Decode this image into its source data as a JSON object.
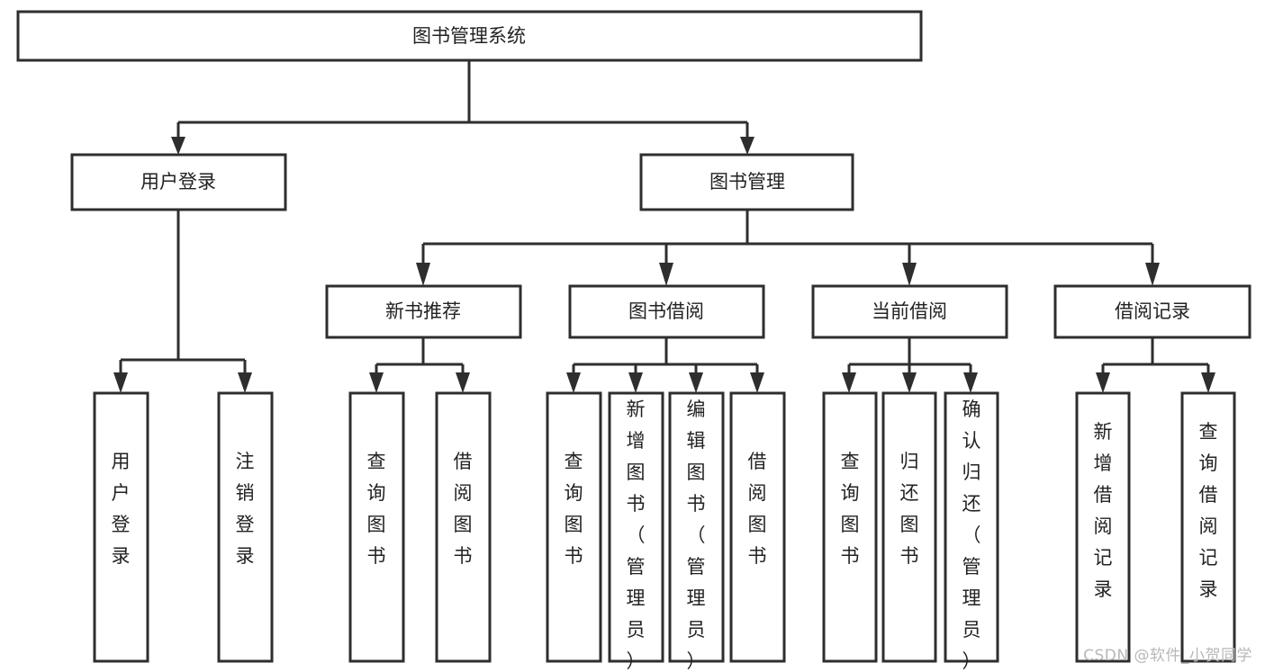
{
  "diagram": {
    "type": "tree-hierarchy",
    "title": "图书管理系统",
    "watermark": "CSDN @软件_小贺同学",
    "colors": {
      "stroke": "#2e2e2e",
      "fill": "#ffffff",
      "text": "#222222",
      "watermark": "#b8b8b8",
      "background": "#ffffff"
    },
    "nodes": {
      "root": {
        "label": "图书管理系统",
        "level": 0,
        "orientation": "horizontal"
      },
      "l1": [
        {
          "id": "user-login",
          "label": "用户登录",
          "level": 1,
          "orientation": "horizontal"
        },
        {
          "id": "book-manage",
          "label": "图书管理",
          "level": 1,
          "orientation": "horizontal"
        }
      ],
      "l2": [
        {
          "id": "new-book-recommend",
          "label": "新书推荐",
          "level": 2,
          "orientation": "horizontal",
          "parent": "book-manage"
        },
        {
          "id": "book-borrow",
          "label": "图书借阅",
          "level": 2,
          "orientation": "horizontal",
          "parent": "book-manage"
        },
        {
          "id": "current-borrow",
          "label": "当前借阅",
          "level": 2,
          "orientation": "horizontal",
          "parent": "book-manage"
        },
        {
          "id": "borrow-record",
          "label": "借阅记录",
          "level": 2,
          "orientation": "horizontal",
          "parent": "book-manage"
        }
      ],
      "leaves": [
        {
          "id": "leaf-user-login",
          "label": "用户登录",
          "parent": "user-login",
          "orientation": "vertical"
        },
        {
          "id": "leaf-logout-login",
          "label": "注销登录",
          "parent": "user-login",
          "orientation": "vertical"
        },
        {
          "id": "leaf-query-book-1",
          "label": "查询图书",
          "parent": "new-book-recommend",
          "orientation": "vertical"
        },
        {
          "id": "leaf-borrow-book-1",
          "label": "借阅图书",
          "parent": "new-book-recommend",
          "orientation": "vertical"
        },
        {
          "id": "leaf-query-book-2",
          "label": "查询图书",
          "parent": "book-borrow",
          "orientation": "vertical"
        },
        {
          "id": "leaf-add-book",
          "label": "新增图书（管理员）",
          "parent": "book-borrow",
          "orientation": "vertical"
        },
        {
          "id": "leaf-edit-book",
          "label": "编辑图书（管理员）",
          "parent": "book-borrow",
          "orientation": "vertical"
        },
        {
          "id": "leaf-borrow-book-2",
          "label": "借阅图书",
          "parent": "book-borrow",
          "orientation": "vertical"
        },
        {
          "id": "leaf-query-book-3",
          "label": "查询图书",
          "parent": "current-borrow",
          "orientation": "vertical"
        },
        {
          "id": "leaf-return-book",
          "label": "归还图书",
          "parent": "current-borrow",
          "orientation": "vertical"
        },
        {
          "id": "leaf-confirm-return",
          "label": "确认归还（管理员）",
          "parent": "current-borrow",
          "orientation": "vertical"
        },
        {
          "id": "leaf-add-record",
          "label": "新增借阅记录",
          "parent": "borrow-record",
          "orientation": "vertical"
        },
        {
          "id": "leaf-query-record",
          "label": "查询借阅记录",
          "parent": "borrow-record",
          "orientation": "vertical"
        }
      ]
    }
  }
}
